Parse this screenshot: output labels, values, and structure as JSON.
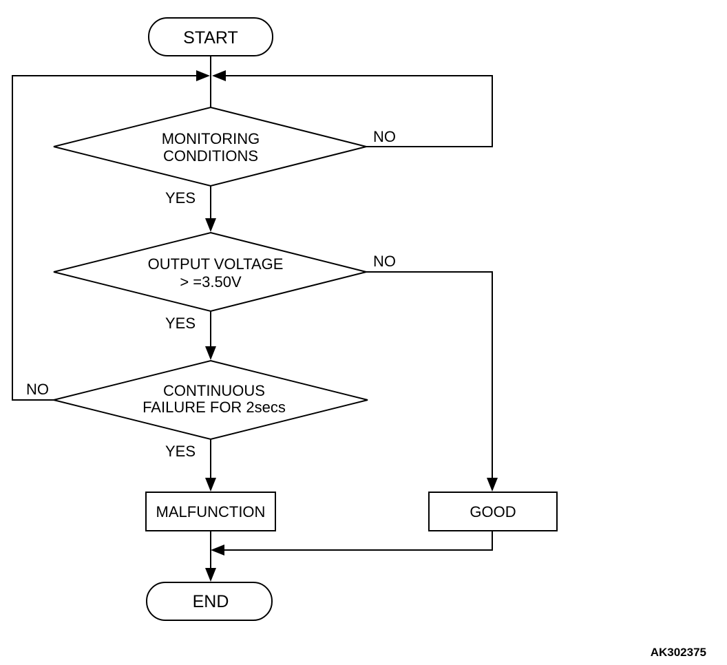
{
  "flowchart": {
    "start": "START",
    "decision1": {
      "line1": "MONITORING",
      "line2": "CONDITIONS",
      "yes": "YES",
      "no": "NO"
    },
    "decision2": {
      "line1": "OUTPUT VOLTAGE",
      "line2": "> =3.50V",
      "yes": "YES",
      "no": "NO"
    },
    "decision3": {
      "line1": "CONTINUOUS",
      "line2": "FAILURE FOR 2secs",
      "yes": "YES",
      "no": "NO"
    },
    "malfunction": "MALFUNCTION",
    "good": "GOOD",
    "end": "END"
  },
  "figure_code": "AK302375"
}
